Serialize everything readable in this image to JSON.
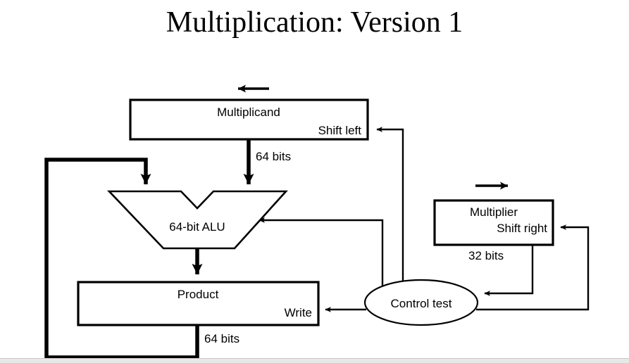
{
  "slide": {
    "title": "Multiplication: Version 1",
    "background_color": "#ffffff",
    "line_color": "#000000"
  },
  "diagram": {
    "type": "block-diagram",
    "blocks": [
      {
        "id": "multiplicand",
        "name": "Multiplicand",
        "control_label": "Shift left",
        "shape": "rectangle",
        "width_label": "64 bits"
      },
      {
        "id": "alu",
        "name": "64-bit ALU",
        "shape": "alu-trapezoid"
      },
      {
        "id": "product",
        "name": "Product",
        "control_label": "Write",
        "shape": "rectangle",
        "width_label": "64 bits"
      },
      {
        "id": "multiplier",
        "name": "Multiplier",
        "control_label": "Shift right",
        "shape": "rectangle",
        "width_label": "32 bits"
      },
      {
        "id": "control-test",
        "name": "Control test",
        "shape": "ellipse"
      }
    ],
    "labels": {
      "multiplicand": "Multiplicand",
      "shift_left": "Shift left",
      "multiplicand_bits": "64 bits",
      "alu": "64-bit ALU",
      "product": "Product",
      "write": "Write",
      "product_bits": "64 bits",
      "multiplier": "Multiplier",
      "shift_right": "Shift right",
      "multiplier_bits": "32 bits",
      "control_test": "Control test"
    },
    "annotations": [
      {
        "id": "shift-left-direction",
        "icon": "arrow-left-icon",
        "description": "left-pointing arrow above Multiplicand"
      },
      {
        "id": "shift-right-direction",
        "icon": "arrow-right-icon",
        "description": "right-pointing arrow above Multiplier"
      }
    ],
    "connections": [
      {
        "from": "multiplicand",
        "to": "alu",
        "label": "64 bits",
        "style": "thick"
      },
      {
        "from": "alu",
        "to": "product",
        "label": "",
        "style": "thick"
      },
      {
        "from": "product",
        "to": "alu",
        "label": "64 bits",
        "style": "thick"
      },
      {
        "from": "control-test",
        "to": "multiplicand",
        "label": "Shift left",
        "style": "thin"
      },
      {
        "from": "control-test",
        "to": "alu",
        "label": "",
        "style": "thin"
      },
      {
        "from": "control-test",
        "to": "product",
        "label": "Write",
        "style": "thin"
      },
      {
        "from": "control-test",
        "to": "multiplier",
        "label": "Shift right",
        "style": "thin"
      },
      {
        "from": "multiplier",
        "to": "control-test",
        "label": "32 bits",
        "style": "thin"
      }
    ]
  }
}
